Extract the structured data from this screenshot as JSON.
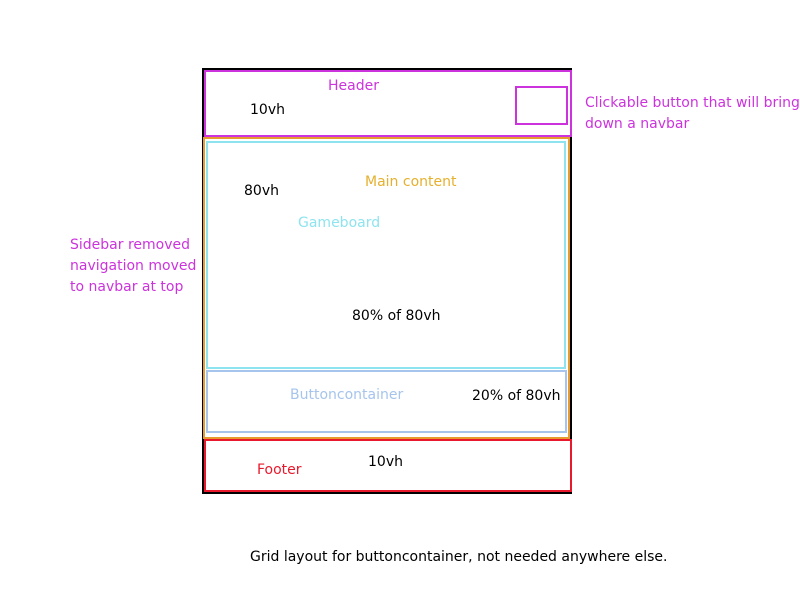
{
  "colors": {
    "outline": "#000000",
    "header": "#cc33dd",
    "main_content": "#e6b02e",
    "gameboard": "#8ee4ee",
    "buttoncontainer": "#a6c4ec",
    "footer": "#e8192c"
  },
  "header": {
    "label": "Header",
    "size": "10vh",
    "button_note": [
      "Clickable button that will bring",
      "down a navbar"
    ]
  },
  "main": {
    "label": "Main content",
    "size": "80vh"
  },
  "gameboard": {
    "label": "Gameboard",
    "size": "80% of 80vh"
  },
  "buttoncontainer": {
    "label": "Buttoncontainer",
    "size": "20% of 80vh"
  },
  "footer": {
    "label": "Footer",
    "size": "10vh"
  },
  "sidebar_note": [
    "Sidebar removed",
    "navigation moved",
    "to navbar at top"
  ],
  "caption": "Grid layout for buttoncontainer, not needed anywhere else."
}
